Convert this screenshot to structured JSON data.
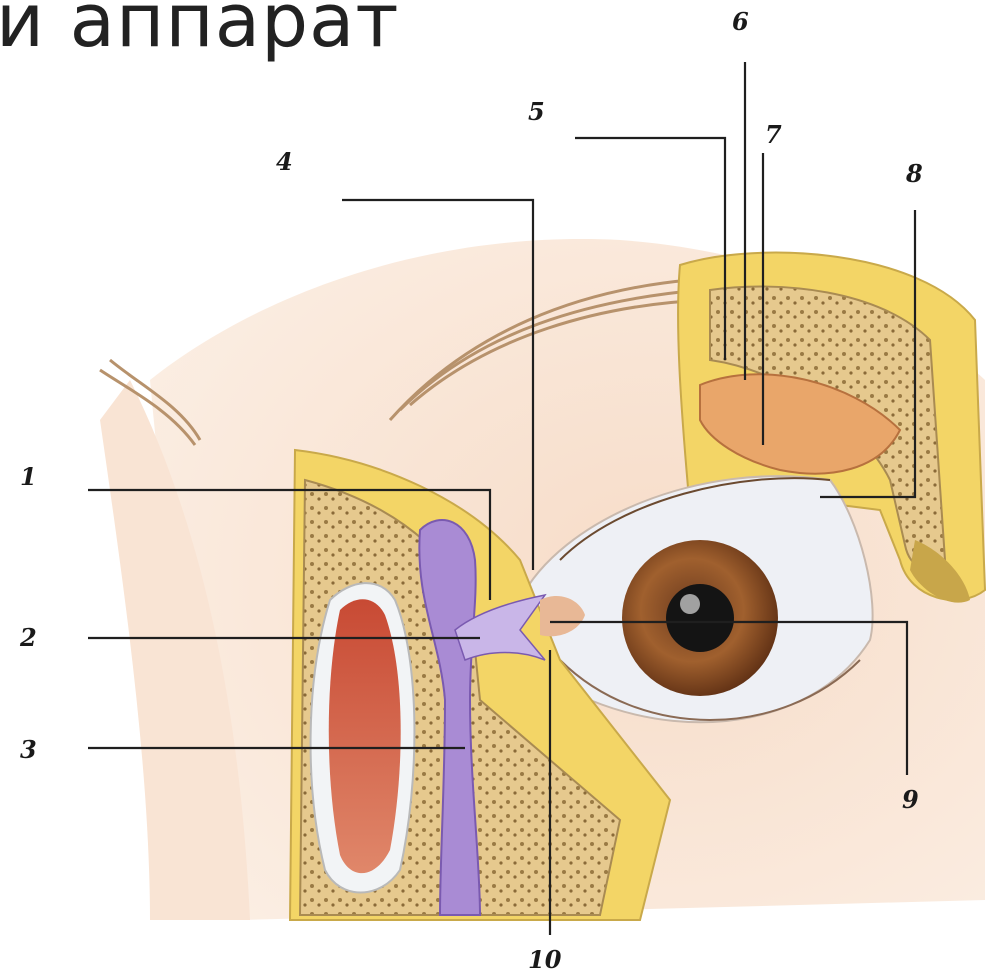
{
  "title": "и аппарат",
  "labels": [
    {
      "id": "1",
      "text": "1"
    },
    {
      "id": "2",
      "text": "2"
    },
    {
      "id": "3",
      "text": "3"
    },
    {
      "id": "4",
      "text": "4"
    },
    {
      "id": "5",
      "text": "5"
    },
    {
      "id": "6",
      "text": "6"
    },
    {
      "id": "7",
      "text": "7"
    },
    {
      "id": "8",
      "text": "8"
    },
    {
      "id": "9",
      "text": "9"
    },
    {
      "id": "10",
      "text": "10"
    }
  ]
}
